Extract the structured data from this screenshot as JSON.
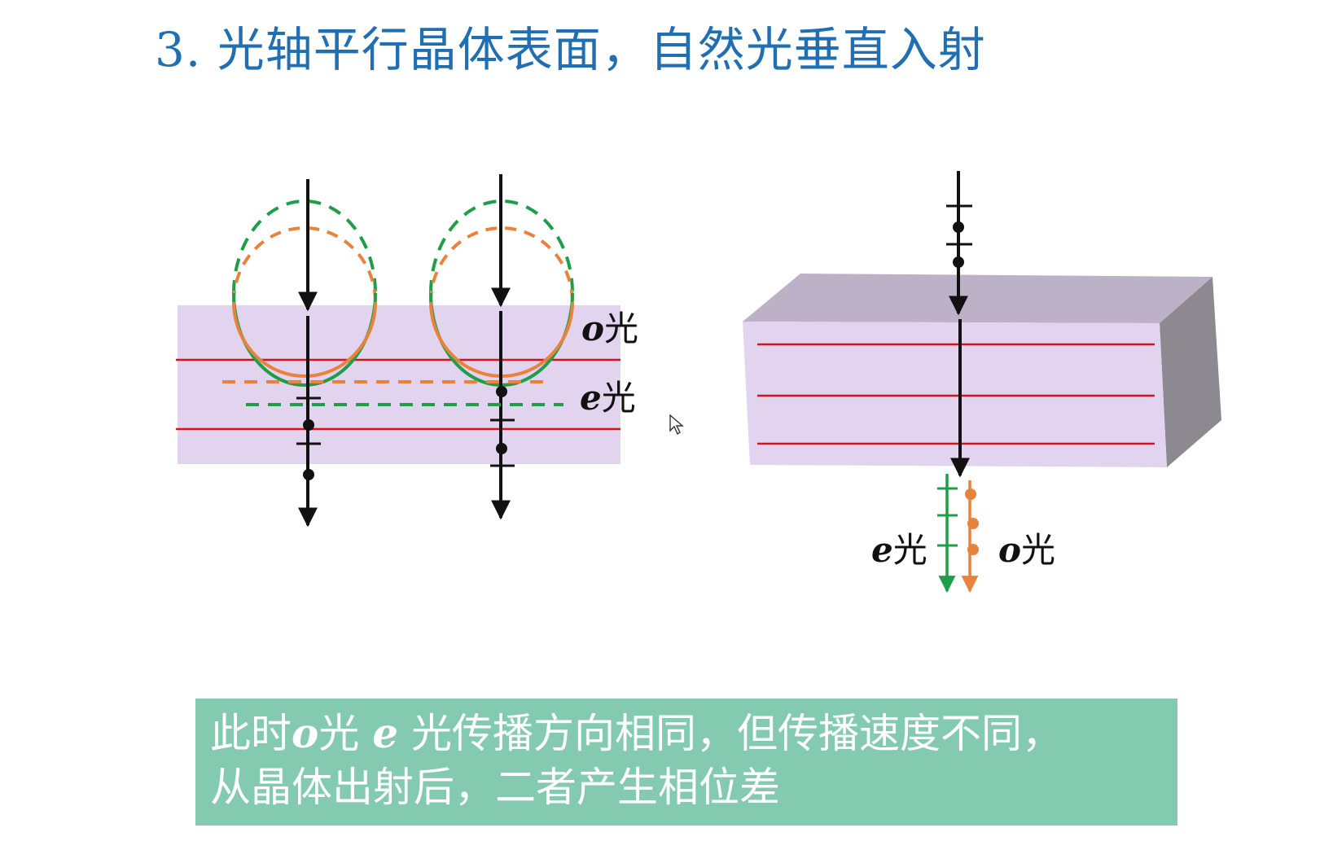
{
  "title": {
    "number": "3.",
    "text": "光轴平行晶体表面，自然光垂直入射"
  },
  "labels": {
    "o_light_left": {
      "symbol": "o",
      "text": "光"
    },
    "e_light_left": {
      "symbol": "e",
      "text": "光"
    },
    "e_light_right": {
      "symbol": "e",
      "text": "光"
    },
    "o_light_right": {
      "symbol": "o",
      "text": "光"
    }
  },
  "caption": {
    "line1_prefix": "此时",
    "line1_o": "o",
    "line1_mid1": "光 ",
    "line1_e": "e",
    "line1_rest": " 光传播方向相同，但传播速度不同，",
    "line2": "从晶体出射后，二者产生相位差"
  },
  "colors": {
    "title": "#1f6fb2",
    "crystal": "#e2d3ee",
    "crystal_top": "#bdb1c8",
    "crystal_side": "#8c8a90",
    "optic_axis": "#d4141c",
    "e_wave": "#1e9e48",
    "o_wave": "#e8823c",
    "caption_bg": "#84cab0",
    "caption_text": "#ffffff"
  }
}
